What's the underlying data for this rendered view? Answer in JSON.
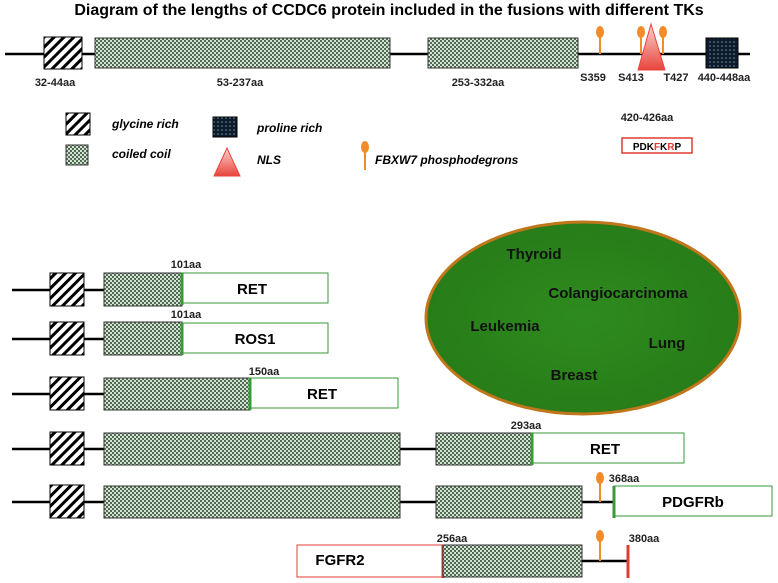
{
  "title": "Diagram of the lengths of CCDC6 protein included in the fusions with different TKs",
  "domain_labels": {
    "glycine": "32-44aa",
    "coil1": "53-237aa",
    "coil2": "253-332aa",
    "proline": "440-448aa",
    "nls": "420-426aa"
  },
  "sites": [
    "S359",
    "S413",
    "T427"
  ],
  "nls_motif": [
    "PDK",
    "F",
    "K",
    "R",
    "P"
  ],
  "legend": {
    "glycine": "glycine rich",
    "coil": "coiled coil",
    "proline": "proline rich",
    "nls": "NLS",
    "phospho": "FBXW7 phosphodegrons"
  },
  "fusions": [
    {
      "breakpoint": "101aa",
      "partner": "RET"
    },
    {
      "breakpoint": "101aa",
      "partner": "ROS1"
    },
    {
      "breakpoint": "150aa",
      "partner": "RET"
    },
    {
      "breakpoint": "293aa",
      "partner": "RET"
    },
    {
      "breakpoint": "368aa",
      "partner": "PDGFRb"
    },
    {
      "breakpoint": "256aa",
      "partner": "FGFR2",
      "end_label": "380aa"
    }
  ],
  "cancers": [
    "Thyroid",
    "Colangiocarcinoma",
    "Leukemia",
    "Lung",
    "Breast"
  ],
  "colors": {
    "coil_fill": "#8fa88f",
    "proline_fill": "#0d1b2a",
    "nls": "#e8453c",
    "phospho": "#f28c28",
    "partner_border_green": "#3a9a3a",
    "partner_border_red": "#e03c31",
    "ellipse_fill": "#2e8b1e",
    "ellipse_border": "#c0771c"
  }
}
